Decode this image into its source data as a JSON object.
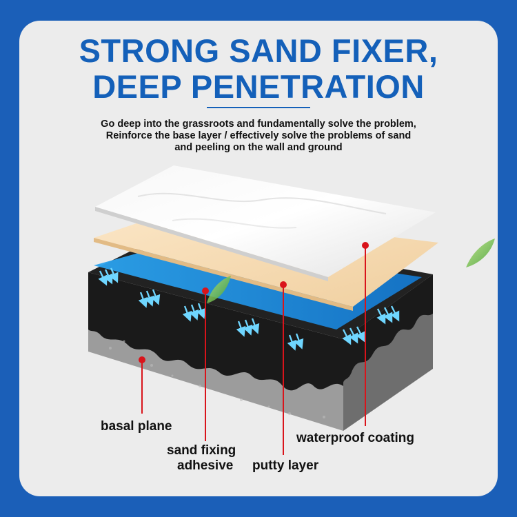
{
  "header": {
    "title_line1": "STRONG SAND FIXER,",
    "title_line2": "DEEP PENETRATION"
  },
  "description": {
    "line1": "Go deep into the grassroots and fundamentally solve the problem,",
    "line2": "Reinforce the base layer / effectively solve the problems of sand",
    "line3": "and peeling on the wall and ground"
  },
  "layers": {
    "basal_plane": "basal plane",
    "sand_fixing_line1": "sand fixing",
    "sand_fixing_line2": "adhesive",
    "putty_layer": "putty layer",
    "waterproof_coating": "waterproof coating"
  },
  "colors": {
    "background": "#1b5fb8",
    "title": "#1460b9",
    "marker": "#d9141b",
    "adhesive": "#1e8ee0",
    "putty": "#f6d9b0",
    "tile": "#f4f4f4"
  }
}
